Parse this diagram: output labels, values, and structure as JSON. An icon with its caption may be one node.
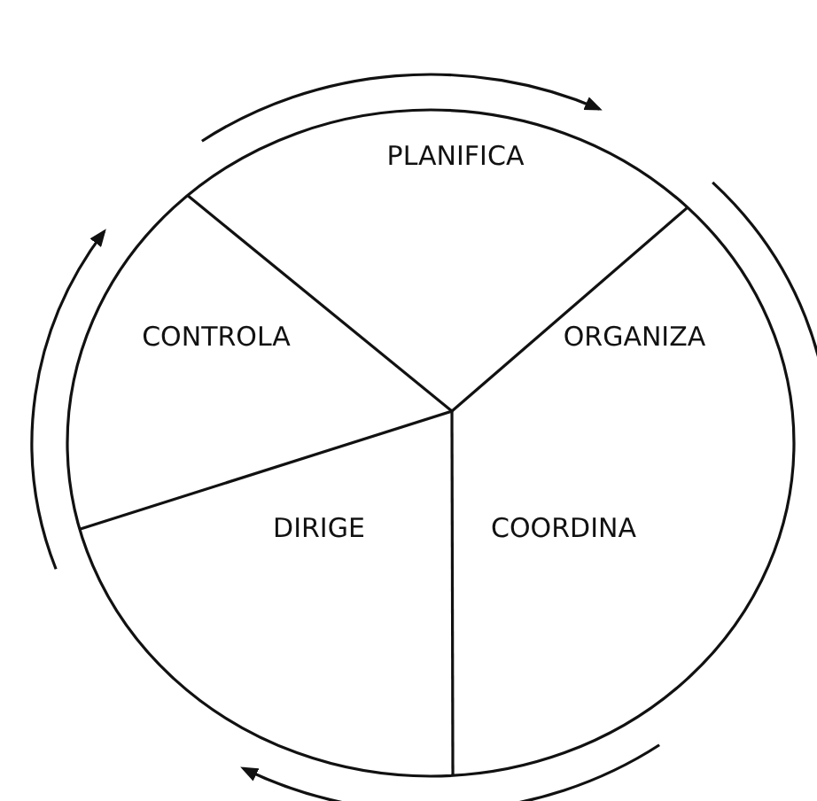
{
  "diagram": {
    "nodes": [
      {
        "text": [
          "PLANIFICA"
        ]
      },
      {
        "text": [
          "CONTROLA"
        ]
      },
      {
        "text": [
          "ORGANIZA"
        ]
      },
      {
        "text": [
          "DIRIGE"
        ]
      },
      {
        "text": [
          "COORDINA"
        ]
      }
    ]
  }
}
